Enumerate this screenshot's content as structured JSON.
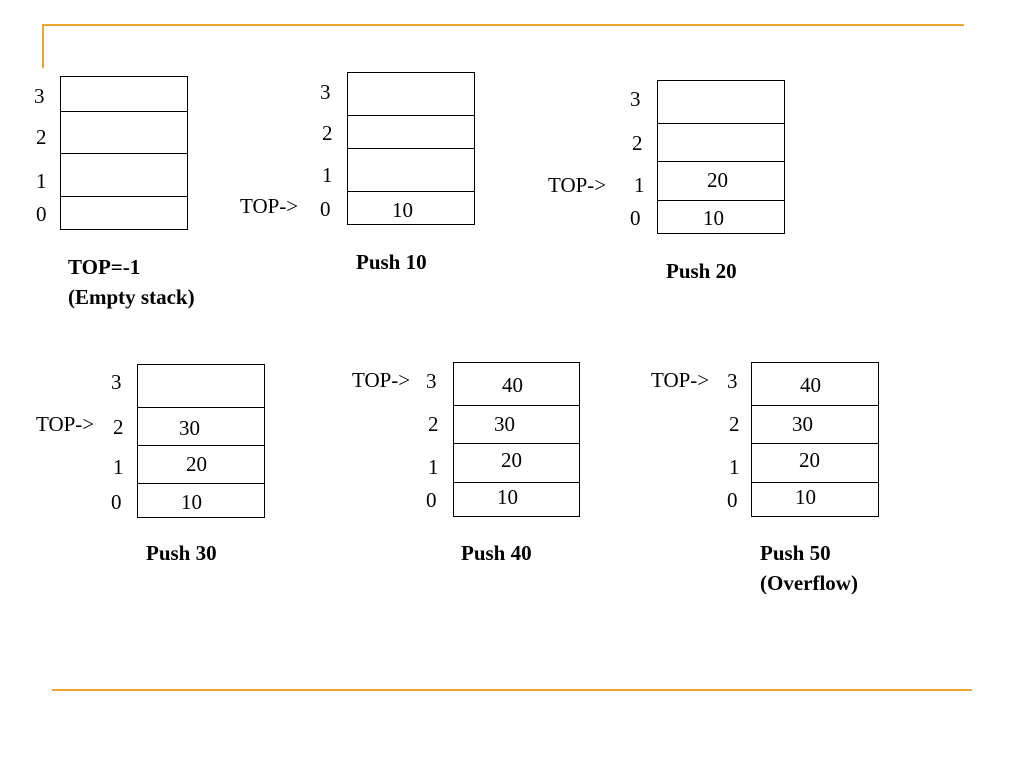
{
  "colors": {
    "accent": "#e8a534",
    "ink": "#000000",
    "background": "#ffffff"
  },
  "stacks": [
    {
      "indices": [
        "3",
        "2",
        "1",
        "0"
      ],
      "values": [
        "",
        "",
        "",
        ""
      ],
      "top_label": "",
      "caption_line1": "TOP=-1",
      "caption_line2": "(Empty stack)"
    },
    {
      "indices": [
        "3",
        "2",
        "1",
        "0"
      ],
      "values": [
        "",
        "",
        "",
        "10"
      ],
      "top_label": "TOP->",
      "caption_line1": "Push 10",
      "caption_line2": ""
    },
    {
      "indices": [
        "3",
        "2",
        "1",
        "0"
      ],
      "values": [
        "",
        "",
        "20",
        "10"
      ],
      "top_label": "TOP->",
      "caption_line1": "Push 20",
      "caption_line2": ""
    },
    {
      "indices": [
        "3",
        "2",
        "1",
        "0"
      ],
      "values": [
        "",
        "30",
        "20",
        "10"
      ],
      "top_label": "TOP->",
      "caption_line1": "Push 30",
      "caption_line2": ""
    },
    {
      "indices": [
        "3",
        "2",
        "1",
        "0"
      ],
      "values": [
        "40",
        "30",
        "20",
        "10"
      ],
      "top_label": "TOP->",
      "caption_line1": "Push 40",
      "caption_line2": ""
    },
    {
      "indices": [
        "3",
        "2",
        "1",
        "0"
      ],
      "values": [
        "40",
        "30",
        "20",
        "10"
      ],
      "top_label": "TOP->",
      "caption_line1": "Push 50",
      "caption_line2": "(Overflow)"
    }
  ]
}
